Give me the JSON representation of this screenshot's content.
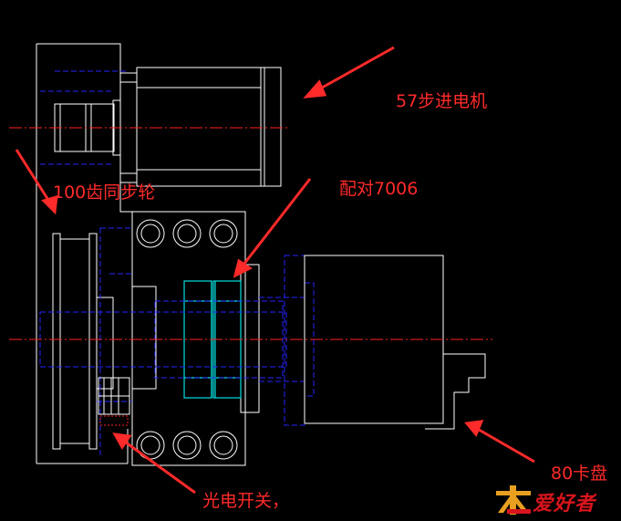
{
  "labels": {
    "motor": "57步进电机",
    "pulley": "100齿同步轮",
    "bearing": "配对7006",
    "chuck": "80卡盘",
    "sensor": "光电开关，"
  },
  "logo": {
    "text": "爱好者"
  },
  "colors": {
    "background": "#000000",
    "outline": "#ffffff",
    "hidden": "#2424ff",
    "center": "#ff2020",
    "bearing": "#00e0e0",
    "annotation": "#ff2a2a",
    "logo_red": "#d8141c",
    "logo_gold": "#e8a020"
  }
}
